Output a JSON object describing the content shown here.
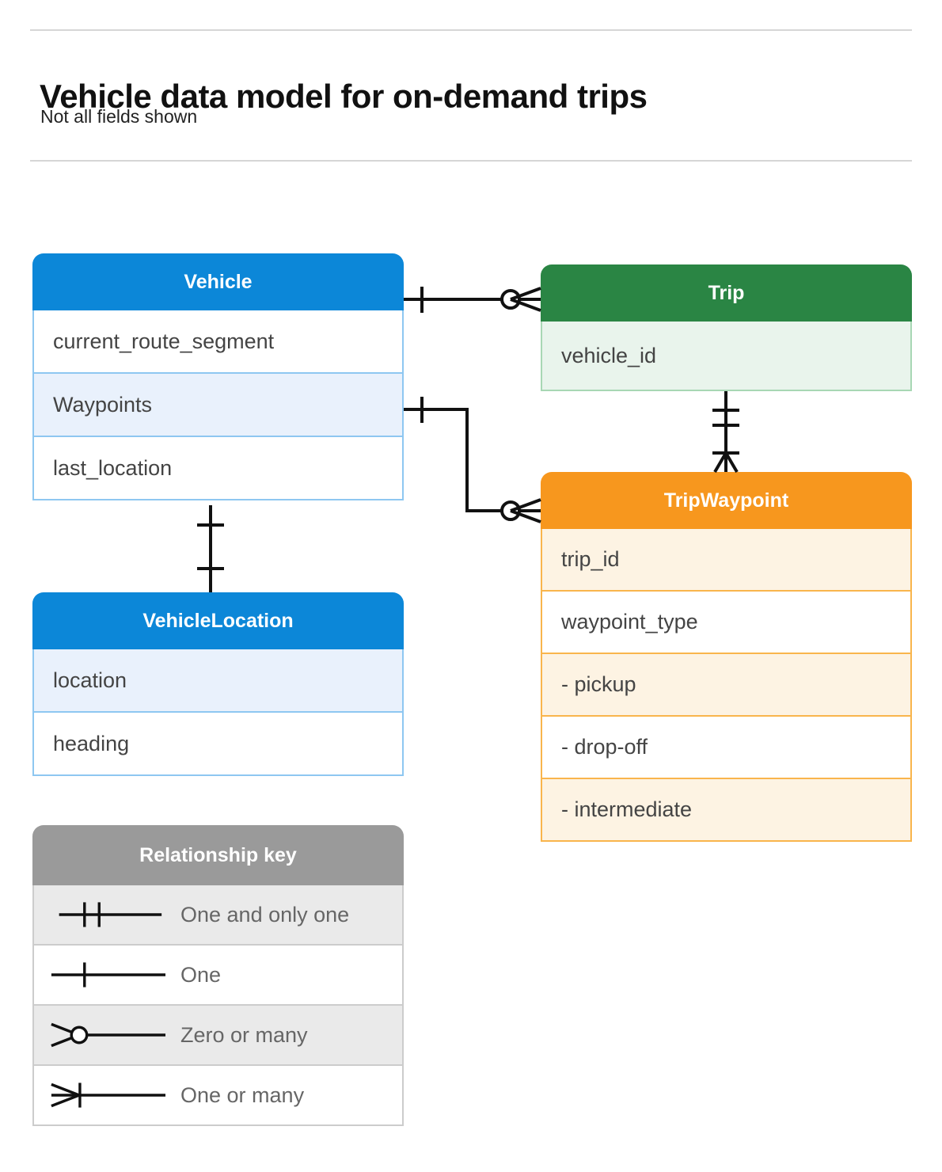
{
  "header": {
    "title": "Vehicle data model for on-demand trips",
    "subtitle": "Not all fields shown"
  },
  "entities": [
    {
      "id": "vehicle",
      "name": "Vehicle",
      "color": "#0c87d8",
      "row_tint": "#e9f1fc",
      "border": "#8ec7f1",
      "fields": [
        "current_route_segment",
        "Waypoints",
        "last_location"
      ]
    },
    {
      "id": "trip",
      "name": "Trip",
      "color": "#2a8544",
      "row_tint": "#e9f4ec",
      "border": "#a8d7b4",
      "fields": [
        "vehicle_id"
      ]
    },
    {
      "id": "tripwaypoint",
      "name": "TripWaypoint",
      "color": "#f7971e",
      "row_tint": "#fdf3e3",
      "border": "#f9b54c",
      "fields": [
        "trip_id",
        "waypoint_type",
        "-  pickup",
        "-  drop-off",
        "-  intermediate"
      ]
    },
    {
      "id": "vehiclelocation",
      "name": "VehicleLocation",
      "color": "#0c87d8",
      "row_tint": "#e9f1fc",
      "border": "#8ec7f1",
      "fields": [
        "location",
        "heading"
      ]
    }
  ],
  "legend": {
    "title": "Relationship key",
    "color": "#9a9a9a",
    "row_tint": "#eaeaea",
    "items": [
      {
        "symbol": "one-and-only-one",
        "label": "One and only one"
      },
      {
        "symbol": "one",
        "label": "One"
      },
      {
        "symbol": "zero-or-many",
        "label": "Zero or many"
      },
      {
        "symbol": "one-or-many",
        "label": "One or many"
      }
    ]
  },
  "relationships": [
    {
      "from": "Vehicle",
      "from_cardinality": "One",
      "to": "Trip",
      "to_cardinality": "Zero or many"
    },
    {
      "from": "Vehicle.Waypoints",
      "from_cardinality": "One",
      "to": "TripWaypoint",
      "to_cardinality": "Zero or many"
    },
    {
      "from": "Trip",
      "from_cardinality": "One and only one",
      "to": "TripWaypoint",
      "to_cardinality": "One or many"
    },
    {
      "from": "Vehicle",
      "from_cardinality": "One",
      "to": "VehicleLocation",
      "to_cardinality": "One"
    }
  ]
}
